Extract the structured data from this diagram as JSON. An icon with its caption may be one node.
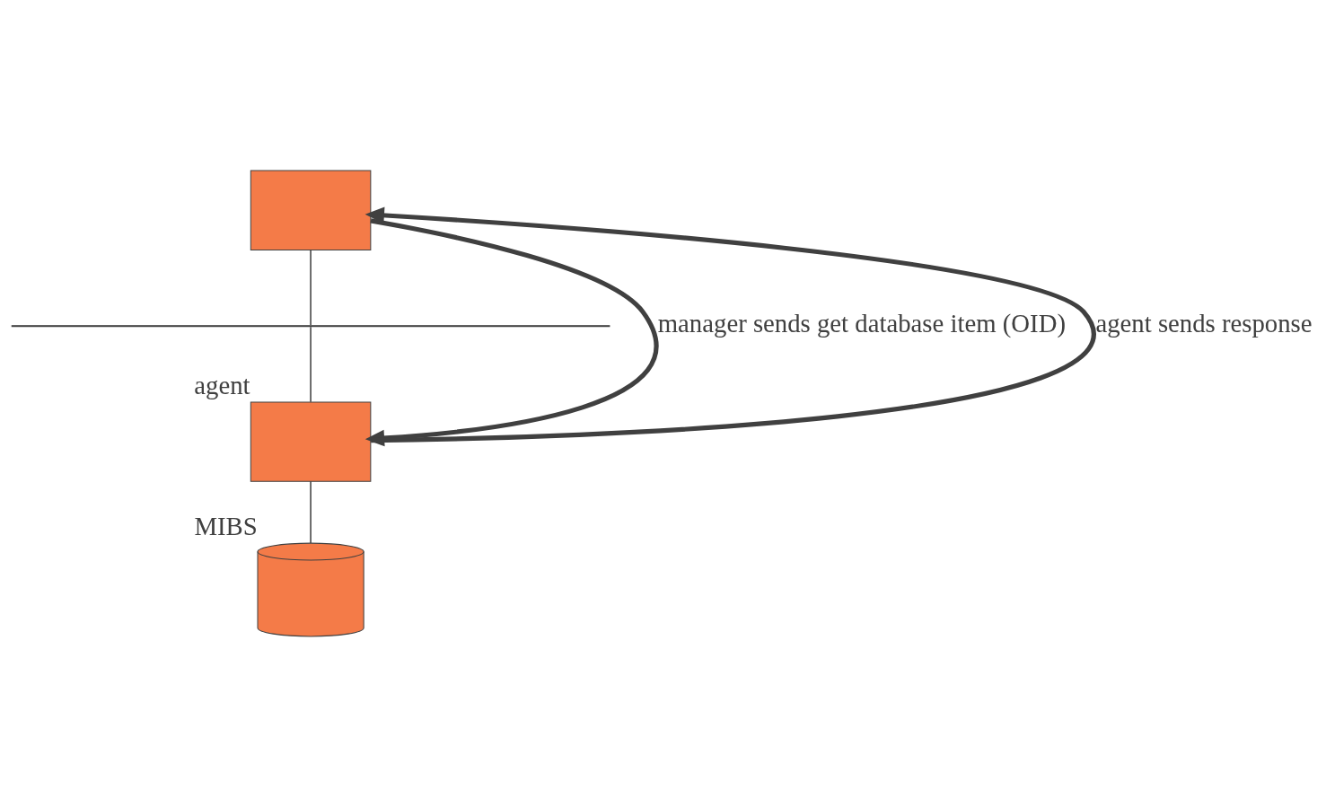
{
  "diagram": {
    "nodes": [
      {
        "text": [],
        "shape": "box"
      },
      {
        "text": [],
        "shape": "bar"
      },
      {
        "text": [],
        "shape": "box",
        "beside": [
          "agent"
        ]
      },
      {
        "text": [],
        "shape": "cylinder",
        "beside": [
          "MIBS"
        ]
      }
    ],
    "edges": [
      {
        "from": 0,
        "to": 1,
        "arrow": "none"
      },
      {
        "from": 1,
        "to": 2,
        "arrow": "none"
      },
      {
        "from": 2,
        "to": 3,
        "arrow": "none"
      },
      {
        "from": 0,
        "to": 2,
        "arrow": "to",
        "style": "thick",
        "label": "manager sends get database item (OID)"
      },
      {
        "from": 2,
        "to": 0,
        "arrow": "to",
        "style": "thick",
        "label": "agent sends response"
      }
    ]
  }
}
